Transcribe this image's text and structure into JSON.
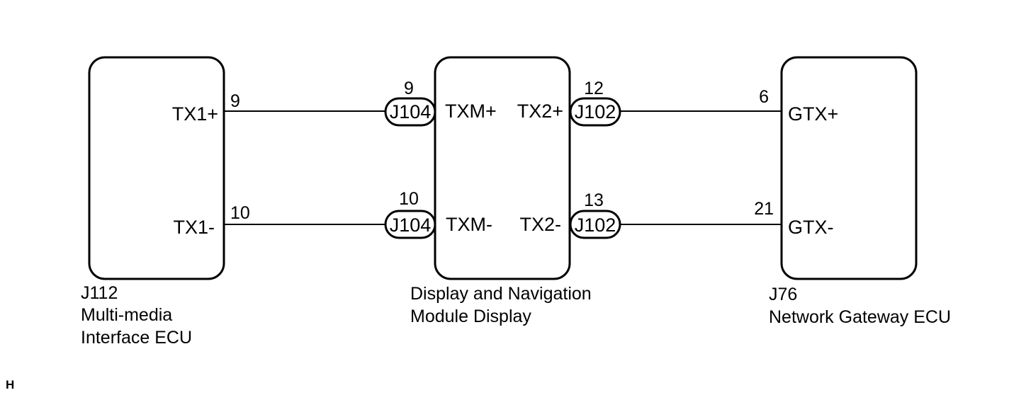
{
  "components": {
    "j112": {
      "code": "J112",
      "name_line1": "Multi-media",
      "name_line2": "Interface ECU",
      "pins": {
        "tx1_plus": "TX1+",
        "tx1_minus": "TX1-"
      }
    },
    "display": {
      "name_line1": "Display and Navigation",
      "name_line2": "Module Display",
      "pins": {
        "txm_plus": "TXM+",
        "txm_minus": "TXM-",
        "tx2_plus": "TX2+",
        "tx2_minus": "TX2-"
      }
    },
    "j76": {
      "code": "J76",
      "name_line1": "Network Gateway ECU",
      "pins": {
        "gtx_plus": "GTX+",
        "gtx_minus": "GTX-"
      }
    }
  },
  "connectors": {
    "j104_top": "J104",
    "j104_bottom": "J104",
    "j102_top": "J102",
    "j102_bottom": "J102"
  },
  "pin_numbers": {
    "j112_tx1_plus": "9",
    "j112_tx1_minus": "10",
    "j104_txm_plus": "9",
    "j104_txm_minus": "10",
    "j102_tx2_plus": "12",
    "j102_tx2_minus": "13",
    "j76_gtx_plus": "6",
    "j76_gtx_minus": "21"
  },
  "corner_mark": "H",
  "colors": {
    "line": "#000000",
    "background": "#ffffff"
  }
}
